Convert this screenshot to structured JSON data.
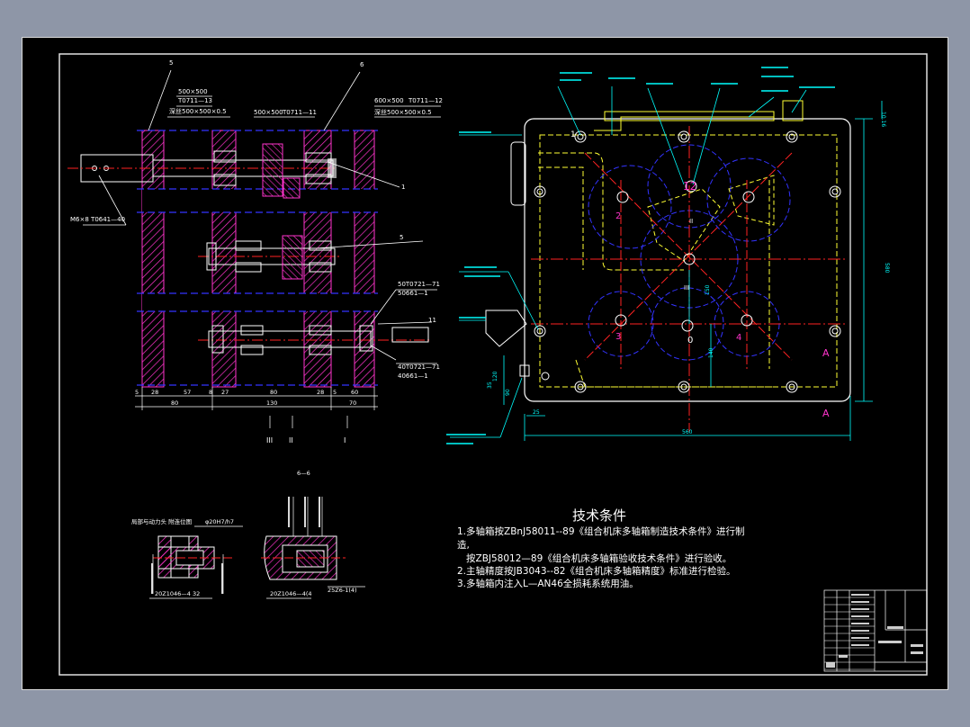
{
  "drawing": {
    "left_view": {
      "top_labels": {
        "spec1": "500×500",
        "code1": "T0711—13",
        "spec2": "深丝500×500×0.5",
        "spec3": "500×500",
        "code3": "T0711—11",
        "spec4": "600×500",
        "code4": "T0711—12",
        "spec5": "深丝500×500×0.5"
      },
      "shaft_label": "M6×8  T0641—40",
      "leaders": {
        "n1": "1",
        "n5": "5",
        "n11": "11",
        "l1": "5",
        "l2": "6"
      },
      "side_labels": {
        "a1": "50T0721—71",
        "a2": "50661—1",
        "b1": "40T0721—71",
        "b2": "40661—1"
      },
      "dims_row1": [
        "5",
        "28",
        "57",
        "8",
        "27",
        "80",
        "28",
        "5",
        "60"
      ],
      "dims_row2": [
        "80",
        "130",
        "70"
      ],
      "roman": [
        "III",
        "II",
        "I"
      ]
    },
    "right_view": {
      "numbers": [
        "12",
        "2",
        "3",
        "1",
        "0",
        "4"
      ],
      "axis_labels": [
        "III",
        "II"
      ],
      "dims": [
        "35",
        "25",
        "560",
        "580",
        "150",
        "140",
        "120",
        "10.16",
        "90"
      ],
      "section_marks": [
        "A",
        "A"
      ]
    },
    "detail_views": {
      "section_title": "6—6",
      "note": "局部与动力头 附连位图",
      "fit": "φ20H7/h7",
      "part1": "20Z1046—4 32",
      "part2": "20Z1046—4(4",
      "part3": "25Z6-1(4)"
    },
    "tech": {
      "title": "技术条件",
      "lines": [
        "1.多轴箱按ZBnJ58011--89《组合机床多轴箱制造技术条件》进行制",
        "造,",
        "按ZBJ58012—89《组合机床多轴箱验收技术条件》进行验收。",
        "2.主轴精度按JB3043--82《组合机床多轴箱精度》标准进行检验。",
        "3.多轴箱内注入L—AN46全损耗系统用油。"
      ]
    }
  },
  "colors": {
    "background": "#8e96a7",
    "paper": "#000000",
    "frame": "#ffffff",
    "hatch": "#ff33cc",
    "centerline": "#ff2222",
    "hidden": "#3333ff",
    "outline": "#ffffff",
    "yellow": "#ffff33",
    "cyan": "#33ffff",
    "dimension": "#00ffff"
  }
}
